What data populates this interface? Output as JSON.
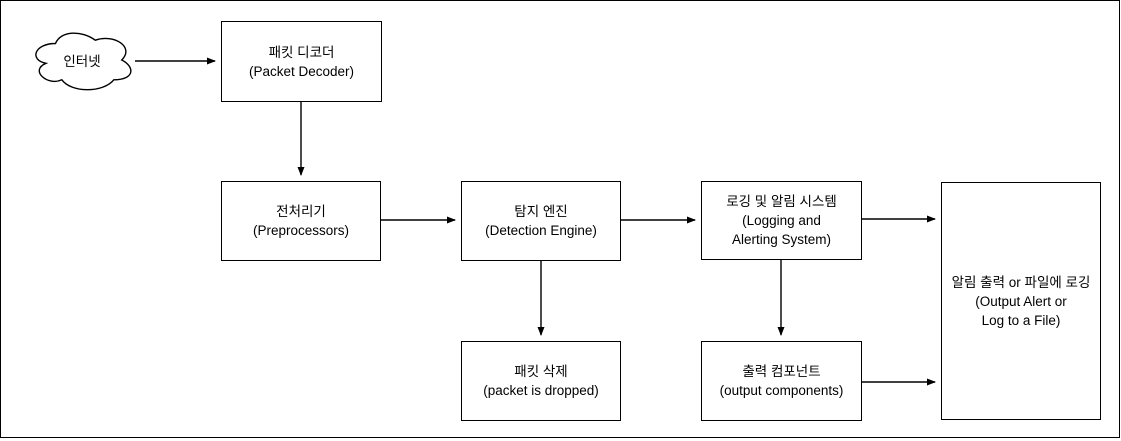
{
  "diagram": {
    "title_implicit": "IDS packet flow diagram",
    "colors": {
      "background": "#ffffff",
      "stroke": "#000000",
      "text": "#000000"
    },
    "nodes": {
      "internet": {
        "ko": "인터넷"
      },
      "packet_decoder": {
        "ko": "패킷 디코더",
        "en": "(Packet Decoder)"
      },
      "preprocessors": {
        "ko": "전처리기",
        "en": "(Preprocessors)"
      },
      "detection_engine": {
        "ko": "탐지 엔진",
        "en": "(Detection Engine)"
      },
      "logging_alerting": {
        "ko": "로깅 및 알림 시스템",
        "en_lines": [
          "(Logging and",
          "Alerting System)"
        ]
      },
      "output_alert": {
        "ko": "알림 출력 or 파일에 로깅",
        "en_lines": [
          "(Output Alert or",
          "Log to a File)"
        ]
      },
      "packet_dropped": {
        "ko": "패킷 삭제",
        "en": "(packet is dropped)"
      },
      "output_components": {
        "ko": "출력 컴포넌트",
        "en": "(output components)"
      }
    },
    "edges": [
      {
        "from": "internet",
        "to": "packet_decoder"
      },
      {
        "from": "packet_decoder",
        "to": "preprocessors"
      },
      {
        "from": "preprocessors",
        "to": "detection_engine"
      },
      {
        "from": "detection_engine",
        "to": "logging_alerting"
      },
      {
        "from": "logging_alerting",
        "to": "output_alert"
      },
      {
        "from": "detection_engine",
        "to": "packet_dropped"
      },
      {
        "from": "logging_alerting",
        "to": "output_components"
      },
      {
        "from": "output_components",
        "to": "output_alert"
      }
    ]
  }
}
